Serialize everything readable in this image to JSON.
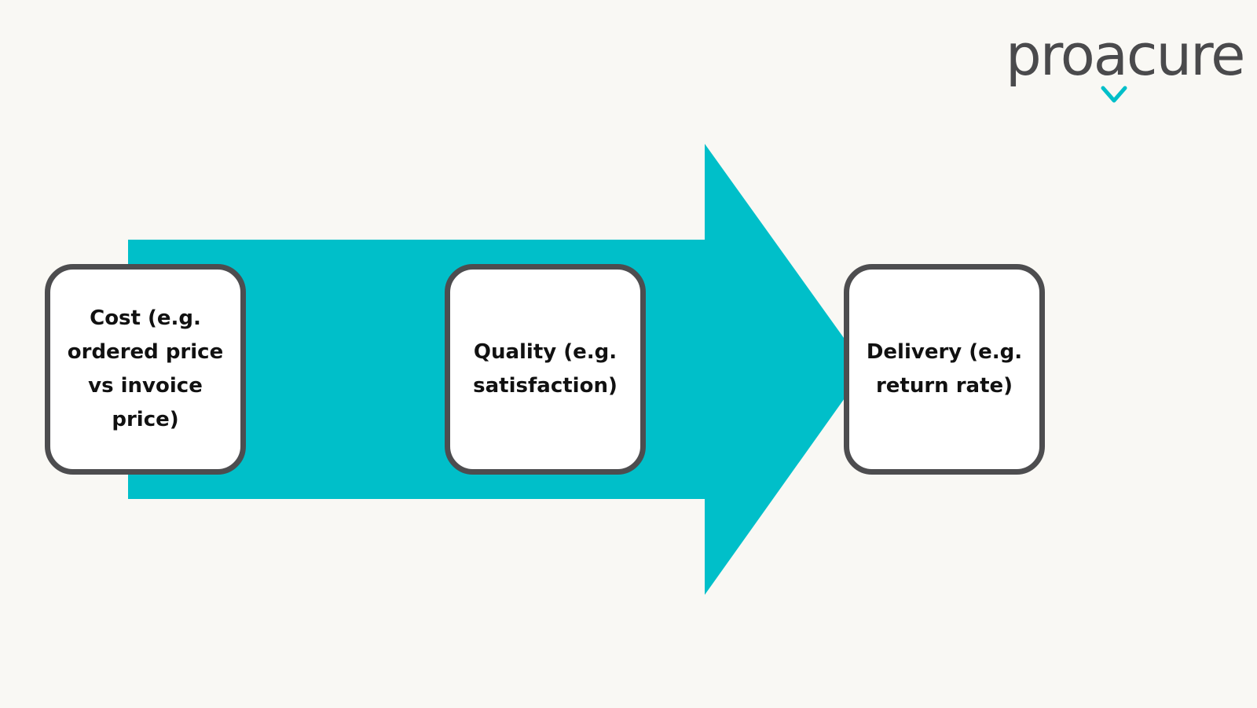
{
  "logo": {
    "text": "proacure",
    "colors": {
      "text": "#4a4a4c",
      "accent": "#00bfc9"
    }
  },
  "diagram": {
    "arrow_color": "#00bfc9",
    "card_border_color": "#4d4d4f",
    "background": "#f9f8f4",
    "steps": [
      {
        "label": "Cost (e.g. ordered price vs invoice price)"
      },
      {
        "label": "Quality (e.g. satisfaction)"
      },
      {
        "label": "Delivery (e.g. return rate)"
      }
    ]
  }
}
